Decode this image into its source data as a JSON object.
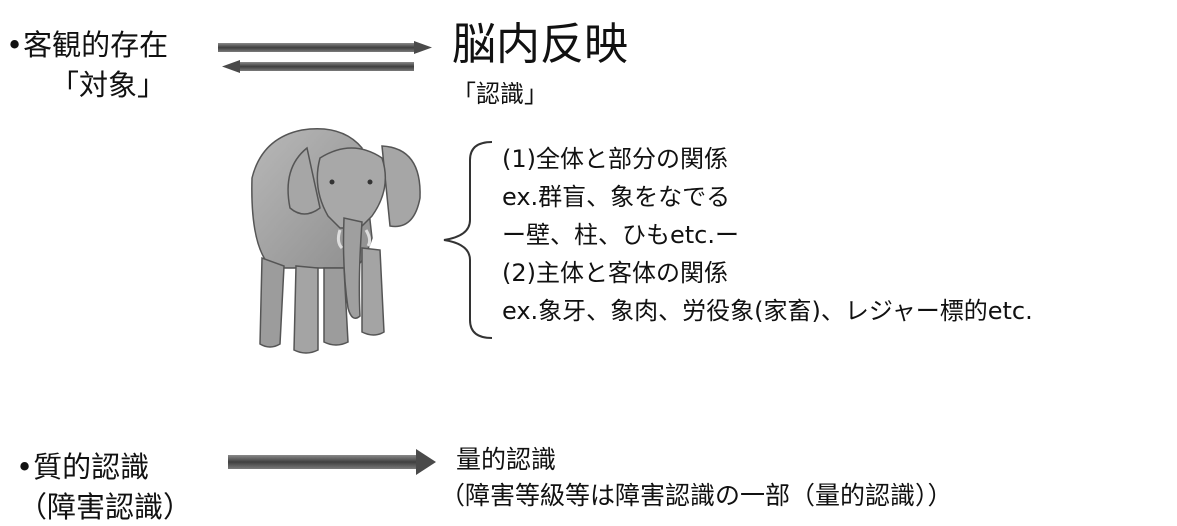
{
  "top": {
    "subject_line1": "•客観的存在",
    "subject_line2": "「対象」",
    "reflection": "脳内反映",
    "recognition": "「認識」"
  },
  "relations": [
    "(1)全体と部分の関係",
    "ex.群盲、象をなでる",
    "ー壁、柱、ひもetc.ー",
    "(2)主体と客体の関係",
    "ex.象牙、象肉、労役象(家畜)、レジャー標的etc."
  ],
  "bottom": {
    "qualitative_line1": "•質的認識",
    "qualitative_line2": "（障害認識）",
    "quantitative_line1": "量的認識",
    "quantitative_line2": "（障害等級等は障害認識の一部（量的認識））"
  },
  "icons": {
    "arrow_right": "arrow-right-icon",
    "arrow_left": "arrow-left-icon",
    "elephant": "elephant-illustration",
    "brace": "left-brace"
  },
  "colors": {
    "arrow": "#555555",
    "text": "#111111"
  }
}
